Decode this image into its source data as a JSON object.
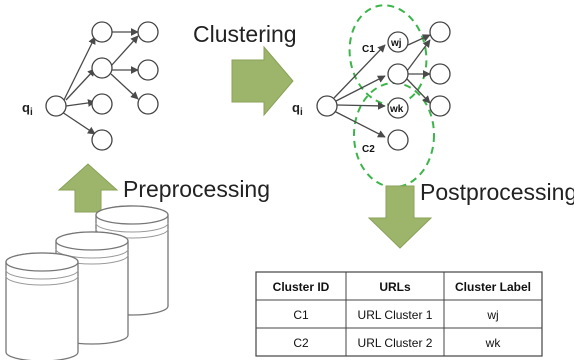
{
  "labels": {
    "clustering": "Clustering",
    "preprocessing": "Preprocessing",
    "postprocessing": "Postprocessing",
    "query_left": "q",
    "query_left_sub": "i",
    "query_right": "q",
    "query_right_sub": "i",
    "cluster1": "C1",
    "cluster2": "C2",
    "node_wj": "wj",
    "node_wk": "wk"
  },
  "table": {
    "headers": [
      "Cluster ID",
      "URLs",
      "Cluster Label"
    ],
    "rows": [
      [
        "C1",
        "URL Cluster 1",
        "wj"
      ],
      [
        "C2",
        "URL Cluster 2",
        "wk"
      ]
    ]
  },
  "colors": {
    "arrow": "#9cb56a",
    "cluster_outline": "#3bb54a"
  }
}
